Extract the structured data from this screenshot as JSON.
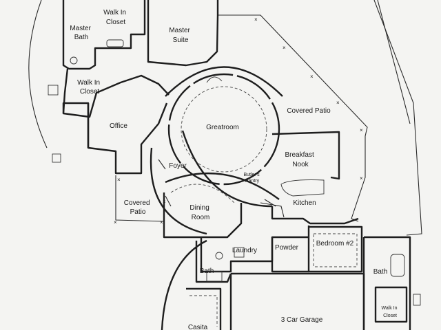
{
  "colors": {
    "paper": "#f4f4f2",
    "ink": "#1e1e1e"
  },
  "rooms": {
    "master_bath": [
      "Master",
      "Bath"
    ],
    "walk_in_closet_top": [
      "Walk In",
      "Closet"
    ],
    "master_suite": [
      "Master",
      "Suite"
    ],
    "walk_in_closet_mid": [
      "Walk In",
      "Closet"
    ],
    "office": "Office",
    "greatroom": "Greatroom",
    "covered_patio_right": "Covered Patio",
    "breakfast_nook": [
      "Breakfast",
      "Nook"
    ],
    "foyer": "Foyer",
    "butlers_pantry": [
      "Butler's",
      "Pantry"
    ],
    "covered_patio_left": [
      "Covered",
      "Patio"
    ],
    "dining_room": [
      "Dining",
      "Room"
    ],
    "kitchen": "Kitchen",
    "laundry": "Laundry",
    "powder": "Powder",
    "bedroom_2": "Bedroom #2",
    "bath_left": "Bath",
    "bath_right": "Bath",
    "garage": "3 Car Garage",
    "casita": "Casita",
    "walk_in_closet_right": [
      "Walk In",
      "Closet"
    ]
  }
}
